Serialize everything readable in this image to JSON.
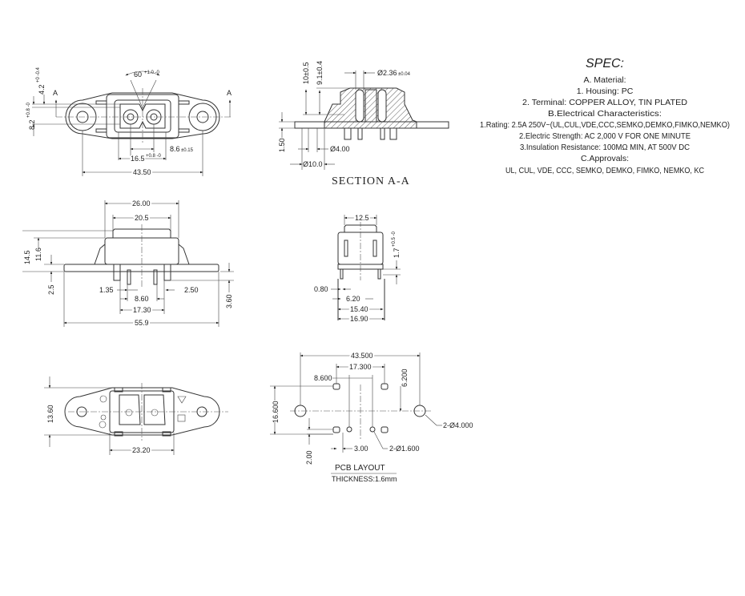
{
  "spec": {
    "title": "SPEC:",
    "lines": [
      "A. Material:",
      "1.  Housing: PC",
      "2.  Terminal: COPPER ALLOY, TIN PLATED",
      "B.Electrical Characteristics:",
      "1.Rating: 2.5A 250V~(UL,CUL,VDE,CCC,SEMKO,DEMKO,FIMKO,NEMKO)",
      "2.Electric Strength: AC 2,000 V FOR ONE MINUTE",
      "3.Insulation Resistance: 100MΩ MIN, AT 500V DC",
      "C.Approvals:",
      "UL, CUL, VDE, CCC, SEMKO, DEMKO, FIMKO, NEMKO, KC"
    ]
  },
  "top_view": {
    "angle": "60",
    "angle_tol": "+1.0 -0",
    "dim_4_2": "4.2",
    "dim_4_2_tol": "+0 -0.4",
    "dim_8_2": "8.2",
    "dim_8_2_tol": "+0.8 -0",
    "dim_8_6": "8.6",
    "dim_8_6_tol": "±0.15",
    "dim_16_5": "16.5",
    "dim_16_5_tol": "+0.8 -0",
    "dim_43_50": "43.50",
    "section_mark": "A"
  },
  "section_view": {
    "dim_10": "10±0.5",
    "dim_9_1": "9.1±0.4",
    "dim_dia_2_36": "Ø2.36",
    "dim_dia_2_36_tol": "±0.04",
    "dim_1_50": "1.50",
    "dim_dia_4": "Ø4.00",
    "dim_dia_10": "Ø10.0",
    "title": "SECTION   A-A"
  },
  "front_view": {
    "dim_26": "26.00",
    "dim_20_5": "20.5",
    "dim_14_5": "14.5",
    "dim_11_6": "11.6",
    "dim_2_5": "2.5",
    "dim_1_35": "1.35",
    "dim_8_60": "8.60",
    "dim_2_50": "2.50",
    "dim_17_30": "17.30",
    "dim_55_9": "55.9",
    "dim_3_60": "3.60"
  },
  "side_view": {
    "dim_12_5": "12.5",
    "dim_1_7": "1.7",
    "dim_1_7_tol": "+0.5 -0",
    "dim_0_80": "0.80",
    "dim_6_20": "6.20",
    "dim_15_40": "15.40",
    "dim_16_90": "16.90"
  },
  "bottom_view": {
    "dim_13_60": "13.60",
    "dim_23_20": "23.20"
  },
  "pcb_layout": {
    "dim_43_500": "43.500",
    "dim_17_300": "17.300",
    "dim_8_600": "8.600",
    "dim_6_200": "6.200",
    "dim_16_600": "16.600",
    "hole_big": "2-Ø4.000",
    "dim_3_00": "3.00",
    "hole_small": "2-Ø1.600",
    "dim_2_00": "2.00",
    "title": "PCB    LAYOUT",
    "thickness": "THICKNESS:1.6mm"
  }
}
